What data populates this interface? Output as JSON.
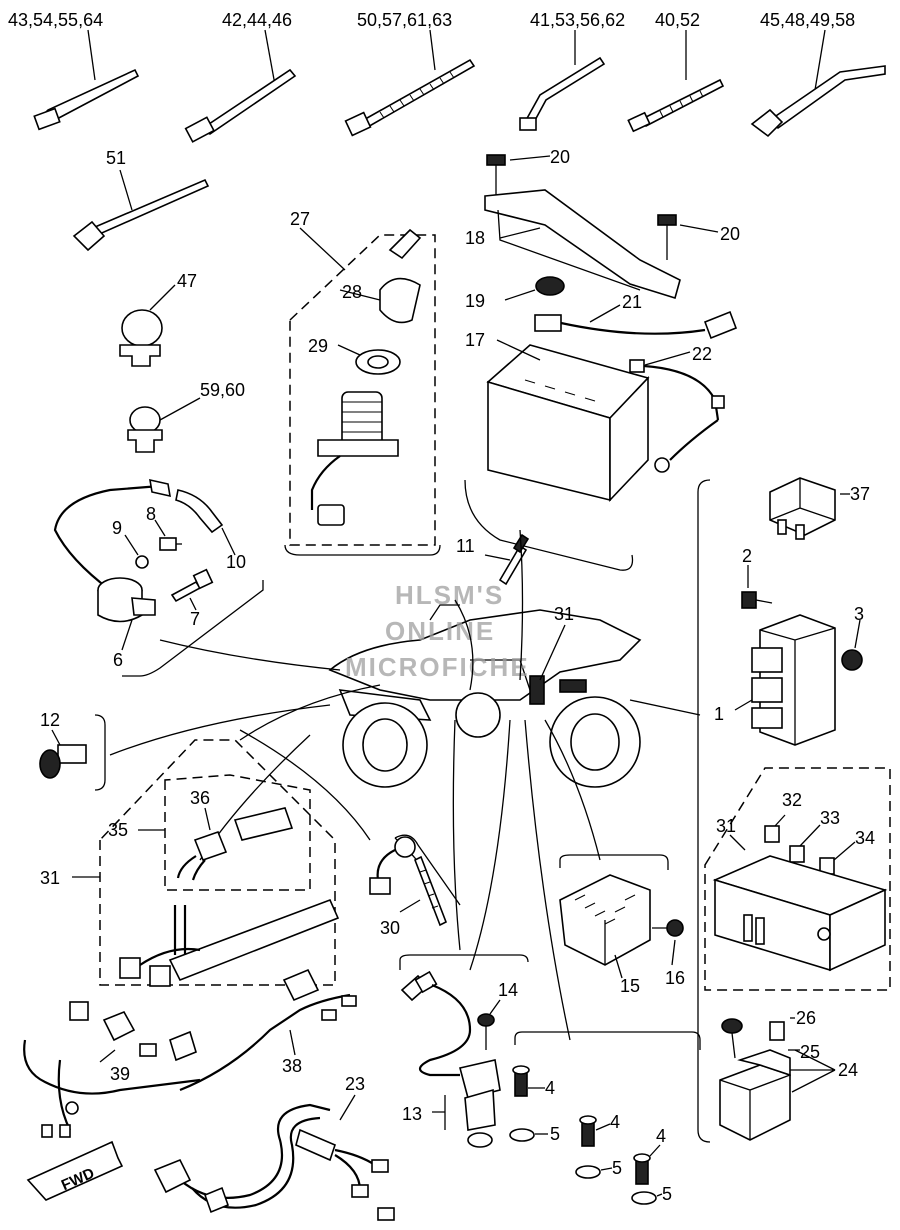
{
  "watermark": [
    "HLSM'S",
    "ONLINE",
    "MICROFICHE"
  ],
  "direction_badge": "FWD",
  "callouts": {
    "c43": "43,54,55,64",
    "c42": "42,44,46",
    "c50": "50,57,61,63",
    "c41": "41,53,56,62",
    "c40": "40,52",
    "c45": "45,48,49,58",
    "c51": "51",
    "c47": "47",
    "c59": "59,60",
    "c27": "27",
    "c28": "28",
    "c29": "29",
    "c20a": "20",
    "c18": "18",
    "c20b": "20",
    "c19": "19",
    "c21": "21",
    "c17": "17",
    "c22": "22",
    "c9": "9",
    "c8": "8",
    "c10": "10",
    "c7": "7",
    "c6": "6",
    "c11": "11",
    "c31a": "31",
    "c37": "37",
    "c2": "2",
    "c3": "3",
    "c1": "1",
    "c12": "12",
    "c36": "36",
    "c35": "35",
    "c31b": "31",
    "c31c": "31",
    "c32": "32",
    "c33": "33",
    "c34": "34",
    "c30": "30",
    "c15": "15",
    "c16": "16",
    "c14": "14",
    "c13": "13",
    "c4a": "4",
    "c5a": "5",
    "c4b": "4",
    "c5b": "5",
    "c4c": "4",
    "c5c": "5",
    "c26": "26",
    "c25": "25",
    "c24": "24",
    "c39": "39",
    "c38": "38",
    "c23": "23"
  }
}
